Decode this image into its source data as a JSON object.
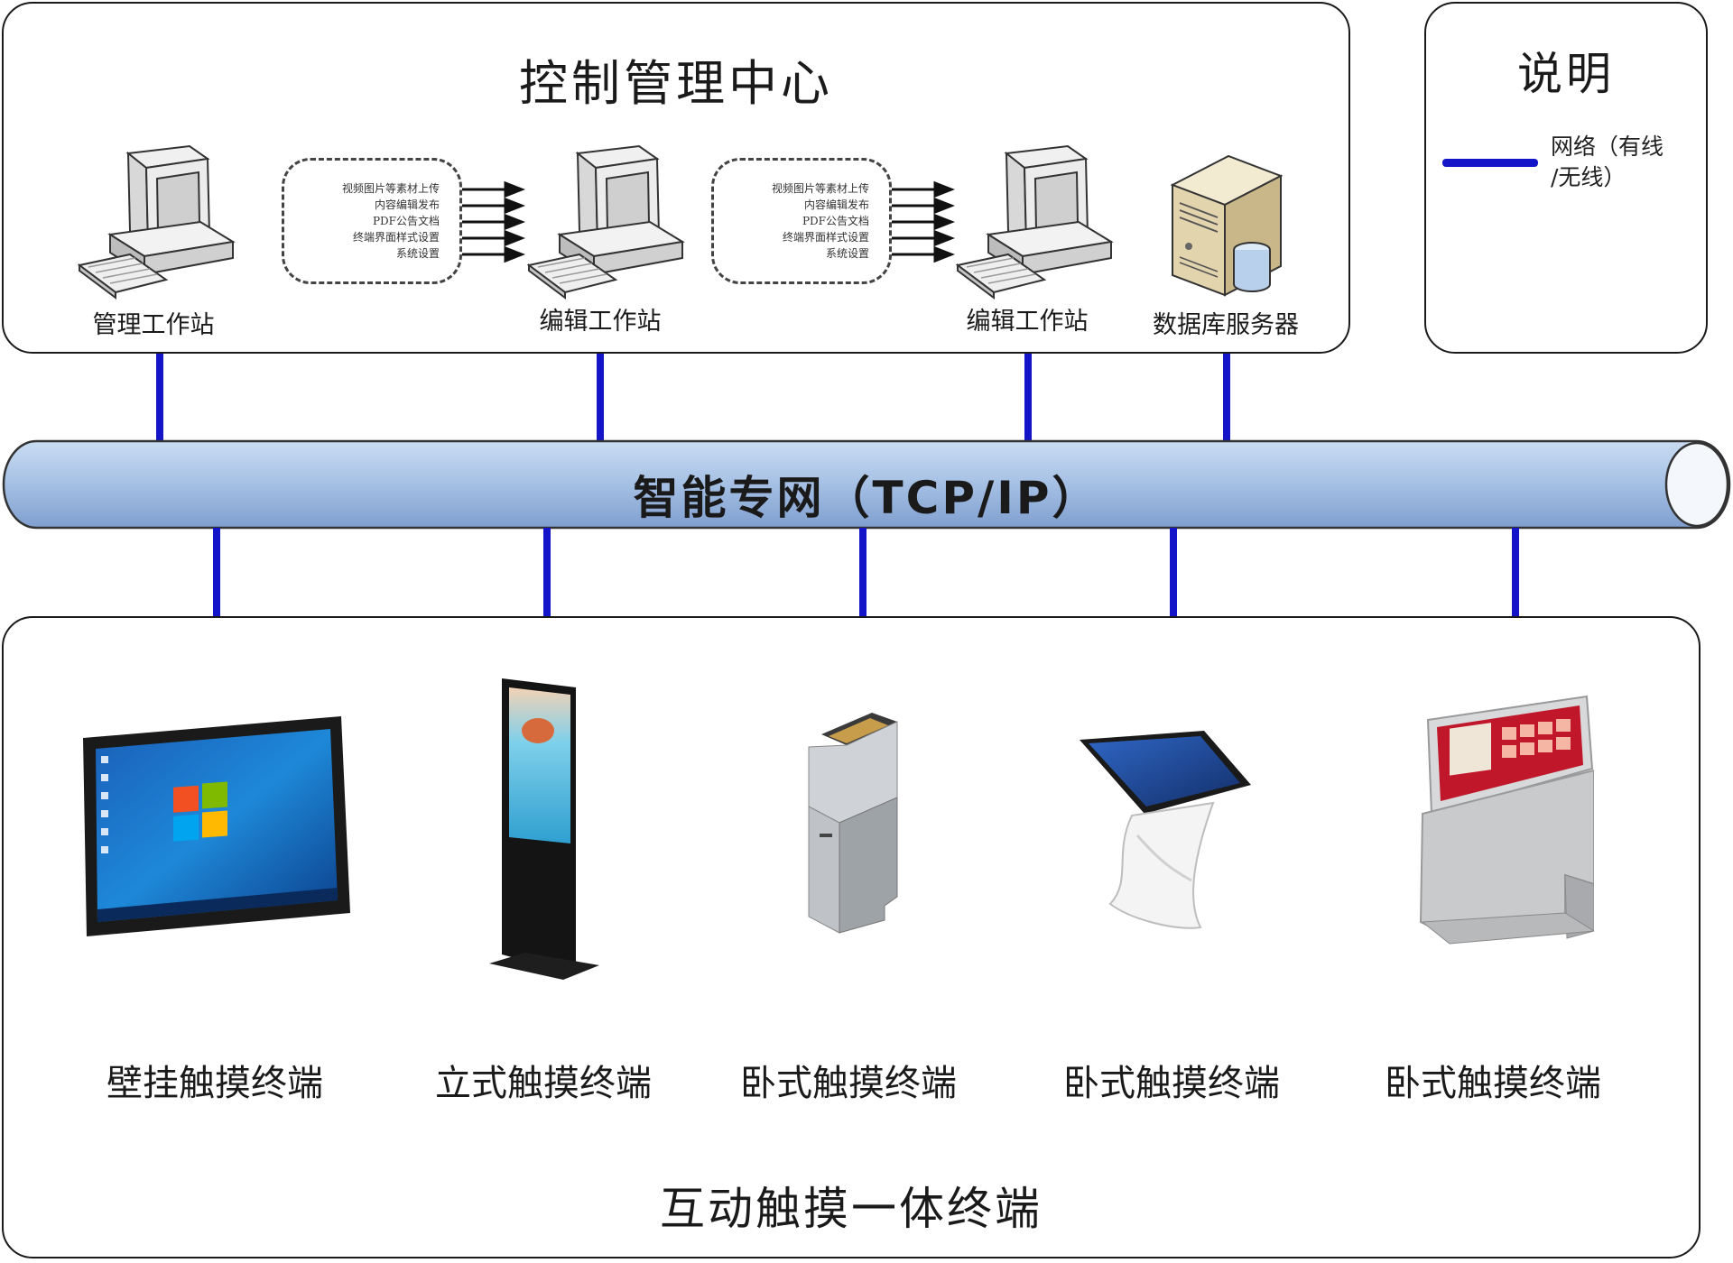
{
  "control_center": {
    "title": "控制管理中心",
    "stations": [
      {
        "label": "管理工作站"
      },
      {
        "label": "编辑工作站"
      },
      {
        "label": "编辑工作站"
      },
      {
        "label": "数据库服务器"
      }
    ],
    "function_lists": [
      {
        "items": [
          "视频图片等素材上传",
          "内容编辑发布",
          "PDF公告文档",
          "终端界面样式设置",
          "系统设置"
        ]
      },
      {
        "items": [
          "视频图片等素材上传",
          "内容编辑发布",
          "PDF公告文档",
          "终端界面样式设置",
          "系统设置"
        ]
      }
    ]
  },
  "legend": {
    "title": "说明",
    "items": [
      {
        "text_line1": "网络（有线",
        "text_line2": "/无线）",
        "color": "#1414c8"
      }
    ]
  },
  "network": {
    "label": "智能专网（TCP/IP）"
  },
  "terminals": {
    "title": "互动触摸一体终端",
    "items": [
      {
        "label": "壁挂触摸终端",
        "icon": "wall-mounted-touchscreen-icon"
      },
      {
        "label": "立式触摸终端",
        "icon": "standing-kiosk-icon"
      },
      {
        "label": "卧式触摸终端",
        "icon": "kiosk-terminal-icon"
      },
      {
        "label": "卧式触摸终端",
        "icon": "inclined-touch-table-icon"
      },
      {
        "label": "卧式触摸终端",
        "icon": "horizontal-touch-kiosk-icon"
      }
    ]
  },
  "colors": {
    "network_line": "#1414c8",
    "pipe_fill": "#a9c3e6",
    "outline": "#1a1a1a"
  }
}
